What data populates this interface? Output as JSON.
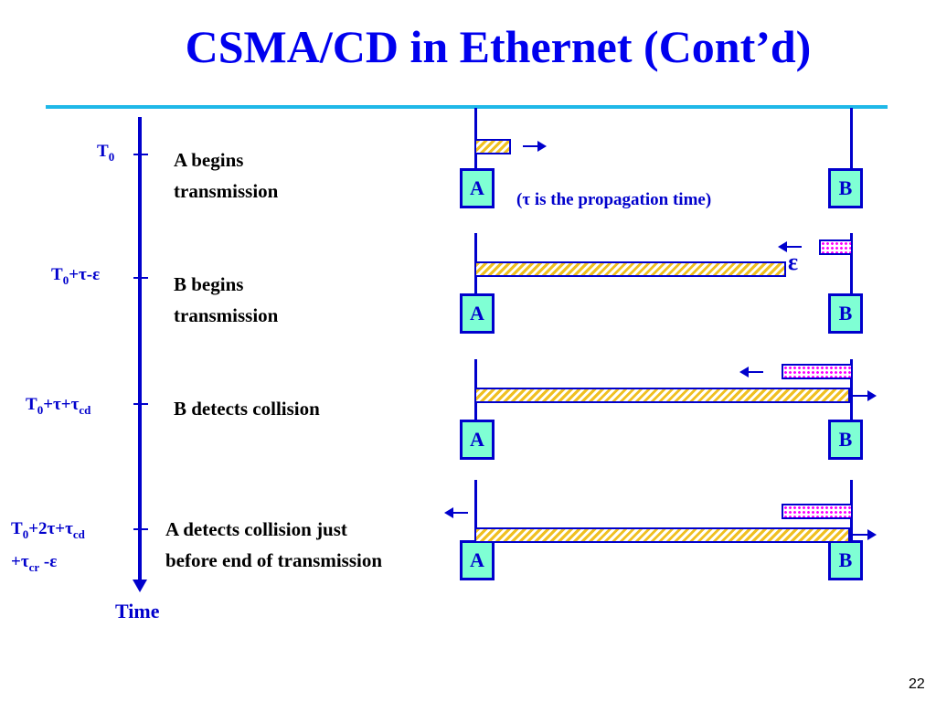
{
  "title": "CSMA/CD in Ethernet (Cont’d)",
  "note": "(τ is the propagation time)",
  "epsilon_label": "ε",
  "time_axis_label": "Time",
  "page_number": "22",
  "station_labels": {
    "a": "A",
    "b": "B"
  },
  "rows": [
    {
      "time_label": {
        "base": "T",
        "sub": "0",
        "tail": "",
        "line2_pre": "",
        "line2_sub": "",
        "line2_post": ""
      },
      "event": {
        "line1": "A begins",
        "line2": "transmission"
      },
      "signals": {
        "a_progress": 0.05,
        "b_progress": 0.0
      }
    },
    {
      "time_label": {
        "base": "T",
        "sub": "0",
        "tail": "+τ-ε",
        "line2_pre": "",
        "line2_sub": "",
        "line2_post": ""
      },
      "event": {
        "line1": "B begins",
        "line2": "transmission"
      },
      "signals": {
        "a_progress": 0.83,
        "b_progress": 0.09
      }
    },
    {
      "time_label": {
        "base": "T",
        "sub": "0",
        "tail": "+τ+τ",
        "tail_sub": "cd",
        "line2_pre": "",
        "line2_sub": "",
        "line2_post": ""
      },
      "event": {
        "line1": "B detects collision",
        "line2": ""
      },
      "signals": {
        "a_progress": 1.0,
        "b_progress": 0.19
      }
    },
    {
      "time_label": {
        "base": "T",
        "sub": "0",
        "tail": "+2τ+τ",
        "tail_sub": "cd",
        "line2_pre": "+τ",
        "line2_sub": "cr",
        "line2_post": " -ε"
      },
      "event": {
        "line1": "A detects collision just",
        "line2": "before end of transmission"
      },
      "signals": {
        "a_progress": 1.0,
        "b_progress": 0.19
      }
    }
  ],
  "colors": {
    "title": "#0000ee",
    "rule": "#1fb8e8",
    "labels": "#0000cc",
    "station_fill": "#7fffd4",
    "signal_a": "#f0c020",
    "signal_b": "#ff00ff"
  }
}
